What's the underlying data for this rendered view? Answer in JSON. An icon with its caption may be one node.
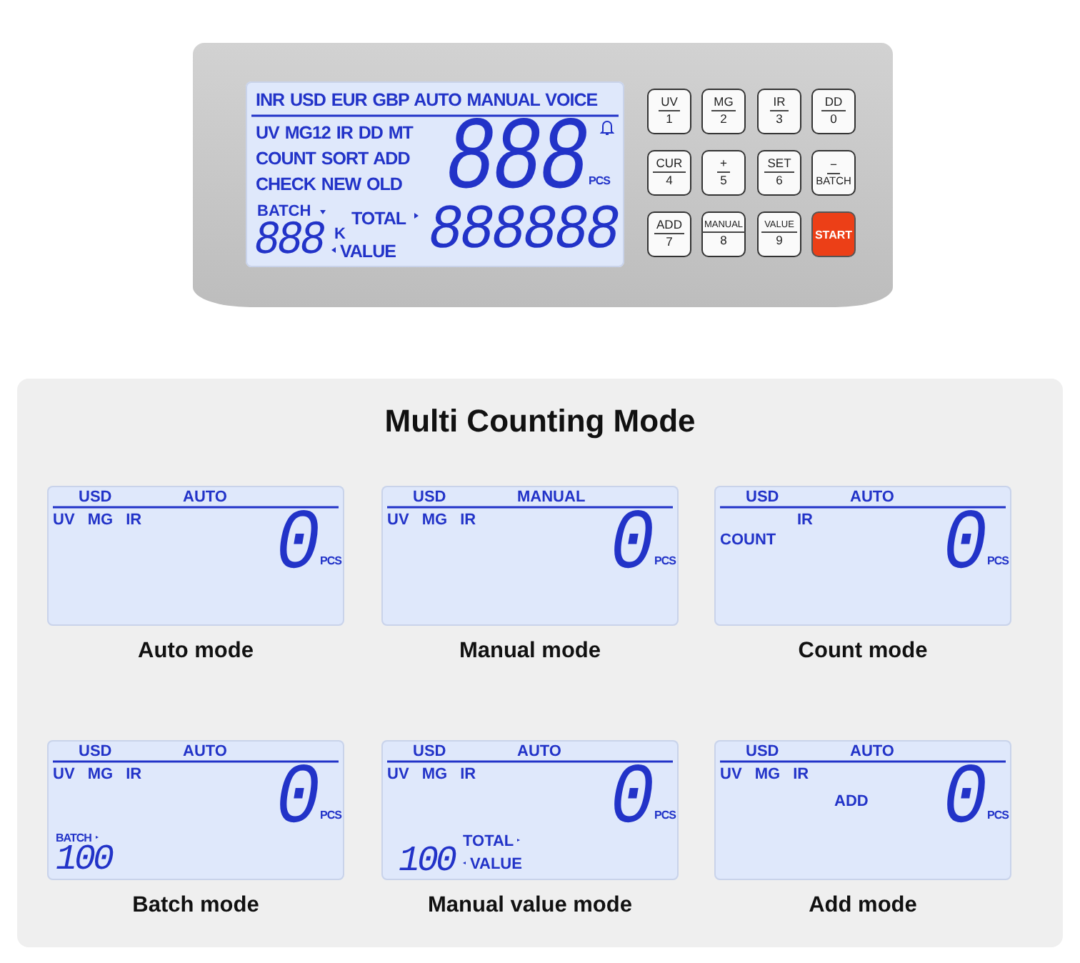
{
  "diagram": {
    "nodes": [
      {
        "text": [],
        "shape": "box"
      },
      {
        "text": [
          "INR USD EUR GBP AUTO MANUAL VOICE",
          "UV MG12 IR DD MT",
          "COUNT SORT ADD",
          "CHECK NEW OLD",
          "888",
          "PCS",
          "BATCH",
          "888",
          "K",
          "TOTAL",
          "VALUE",
          "888888"
        ],
        "in": 0
      },
      {
        "text": [
          "UV",
          "1"
        ],
        "in": 0
      },
      {
        "text": [
          "MG",
          "2"
        ],
        "in": 0
      },
      {
        "text": [
          "IR",
          "3"
        ],
        "in": 0
      },
      {
        "text": [
          "DD",
          "0"
        ],
        "in": 0
      },
      {
        "text": [
          "CUR",
          "4"
        ],
        "in": 0
      },
      {
        "text": [
          "+",
          "5"
        ],
        "in": 0
      },
      {
        "text": [
          "SET",
          "6"
        ],
        "in": 0
      },
      {
        "text": [
          "−",
          "BATCH"
        ],
        "in": 0
      },
      {
        "text": [
          "ADD",
          "7"
        ],
        "in": 0
      },
      {
        "text": [
          "MANUAL",
          "8"
        ],
        "in": 0
      },
      {
        "text": [
          "VALUE",
          "9"
        ],
        "in": 0
      },
      {
        "text": [
          "START"
        ],
        "in": 0
      },
      {
        "text": [
          "Multi Counting Mode"
        ]
      },
      {
        "text": [
          "USD",
          "AUTO",
          "UV MG IR",
          "0",
          "PCS"
        ],
        "beside": [
          "Auto mode"
        ],
        "in": 14
      },
      {
        "text": [
          "USD",
          "MANUAL",
          "UV MG IR",
          "0",
          "PCS"
        ],
        "beside": [
          "Manual mode"
        ],
        "in": 14
      },
      {
        "text": [
          "USD",
          "AUTO",
          "IR",
          "COUNT",
          "0",
          "PCS"
        ],
        "beside": [
          "Count mode"
        ],
        "in": 14
      },
      {
        "text": [
          "USD",
          "AUTO",
          "UV MG IR",
          "0",
          "PCS",
          "BATCH",
          "100"
        ],
        "beside": [
          "Batch mode"
        ],
        "in": 14
      },
      {
        "text": [
          "USD",
          "AUTO",
          "UV MG IR",
          "0",
          "PCS",
          "100",
          "TOTAL",
          "VALUE"
        ],
        "beside": [
          "Manual value mode"
        ],
        "in": 14
      },
      {
        "text": [
          "USD",
          "AUTO",
          "UV MG IR",
          "ADD",
          "0",
          "PCS"
        ],
        "beside": [
          "Add mode"
        ],
        "in": 14
      }
    ]
  }
}
